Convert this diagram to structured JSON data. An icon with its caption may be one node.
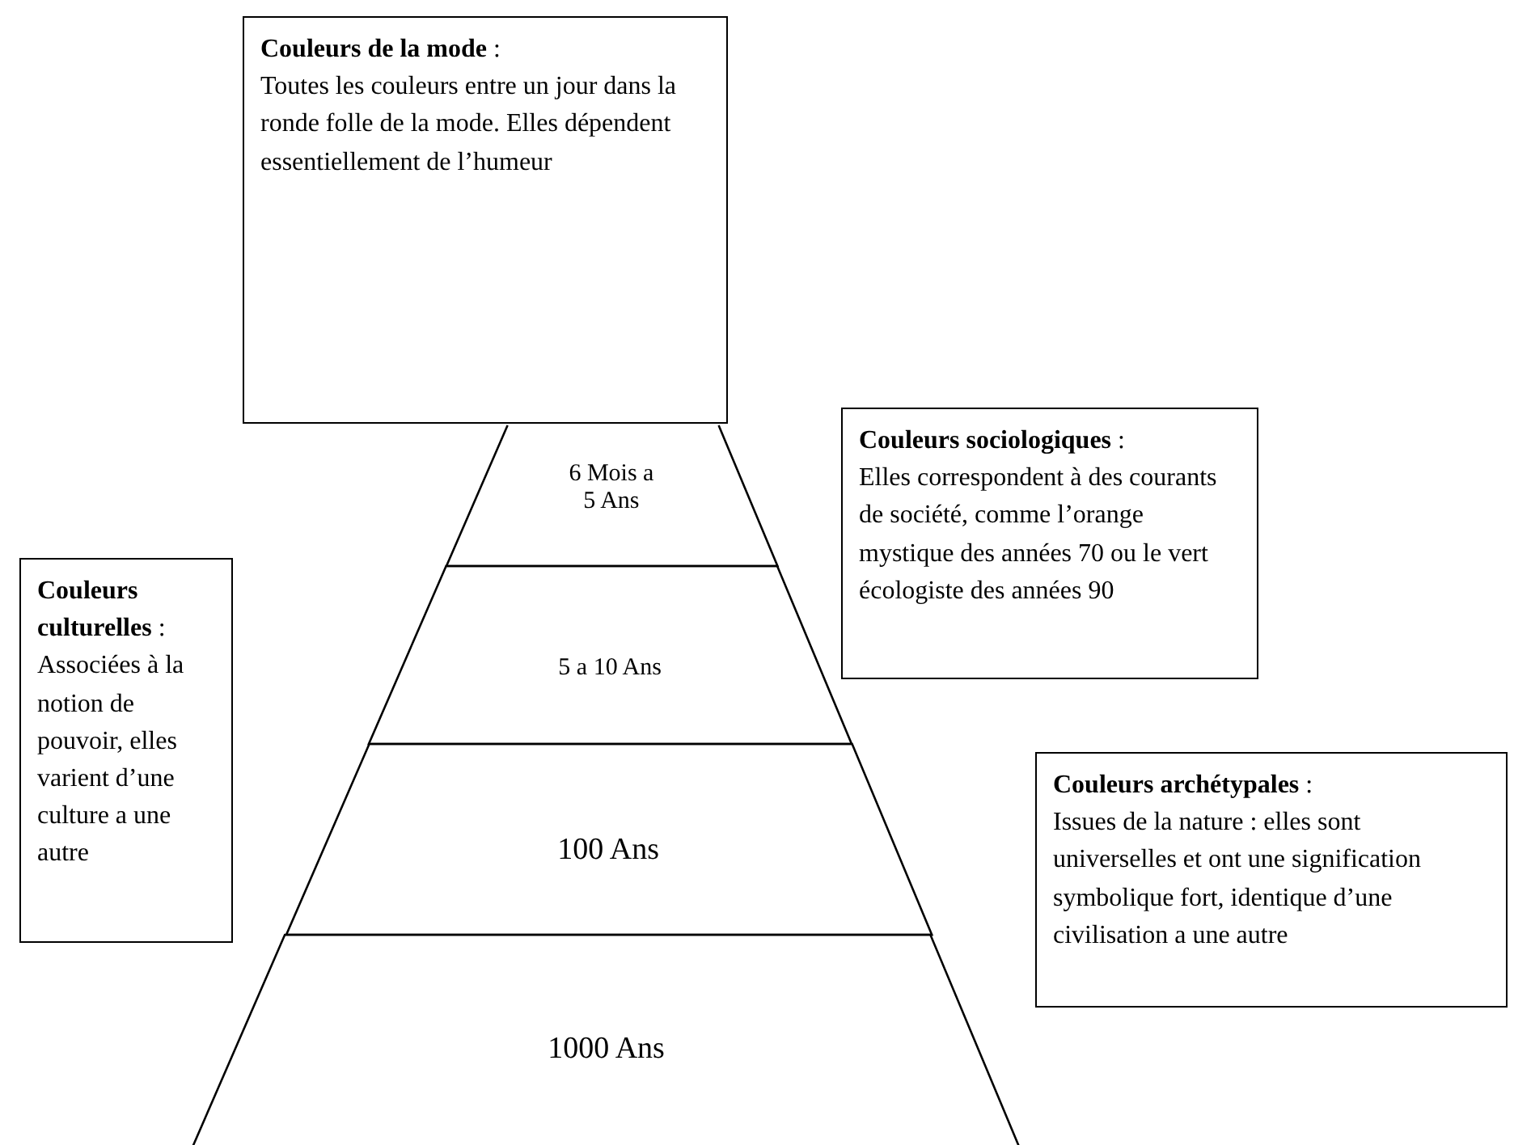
{
  "diagram": {
    "nodes": [
      {
        "text": [
          "**Couleurs de la mode** :",
          "Toutes les couleurs entre un jour dans la ronde folle de la mode. Elles dépendent essentiellement de l’humeur"
        ]
      },
      {
        "text": [
          "**Couleurs sociologiques** :",
          "Elles correspondent à des courants de société, comme l’orange mystique des années 70 ou le vert écologiste des années 90"
        ]
      },
      {
        "text": [
          "6 Mois a 5 Ans"
        ]
      },
      {
        "text": [
          "**Couleurs culturelles** :",
          "Associées à la notion de pouvoir, elles varient d’une culture a une autre"
        ]
      },
      {
        "text": [
          "5 a 10 Ans"
        ]
      },
      {
        "text": [
          "100 Ans"
        ]
      },
      {
        "text": [
          "**Couleurs archétypales** :",
          "Issues de la nature : elles sont universelles et ont une signification symbolique fort, identique d’une civilisation a une autre"
        ]
      },
      {
        "text": [
          "1000 Ans"
        ]
      }
    ]
  }
}
